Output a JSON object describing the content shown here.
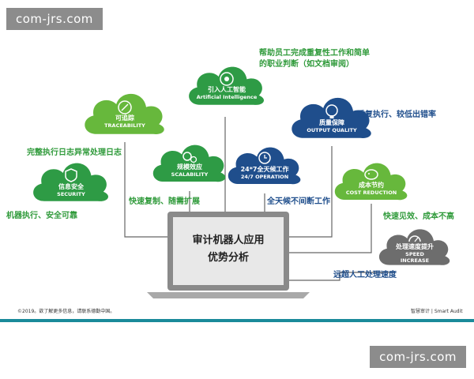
{
  "watermark": "com-jrs.com",
  "center_title": [
    "审计机器人应用",
    "优势分析"
  ],
  "clouds": [
    {
      "id": "ai",
      "cn": "引入人工智能",
      "en": "Artificial Intelligence",
      "color": "#2e9b45",
      "icon": "brain-icon"
    },
    {
      "id": "trace",
      "cn": "可追踪",
      "en": "TRACEABILITY",
      "color": "#67b83c",
      "icon": "link-icon"
    },
    {
      "id": "output",
      "cn": "质量保障",
      "en": "OUTPUT QUALITY",
      "color": "#1f4e8c",
      "icon": "lightbulb-icon"
    },
    {
      "id": "scale",
      "cn": "规模效应",
      "en": "SCALABILITY",
      "color": "#2e9b45",
      "icon": "gears-icon"
    },
    {
      "id": "always",
      "cn": "24*7全天候工作",
      "en": "24/7 OPERATION",
      "color": "#1f4e8c",
      "icon": "clock-icon"
    },
    {
      "id": "security",
      "cn": "信息安全",
      "en": "SECURITY",
      "color": "#2e9b45",
      "icon": "shield-icon"
    },
    {
      "id": "cost",
      "cn": "成本节约",
      "en": "COST REDUCTION",
      "color": "#67b83c",
      "icon": "piggy-bank-icon"
    },
    {
      "id": "speed",
      "cn": "处理速度提升",
      "en": "SPEED INCREASE",
      "color": "#6d6d6d",
      "icon": "speedometer-icon"
    }
  ],
  "descriptions": {
    "ai": [
      "帮助员工完成重复性工作和简单",
      "的职业判断（如文档审阅）"
    ],
    "trace": "完整执行日志异常处理日志",
    "output": "重复执行、较低出错率",
    "scale": "快速复制、随需扩展",
    "always": "全天候不间断工作",
    "security": "机器执行、安全可靠",
    "cost": "快速见效、成本不高",
    "speed": "远超人工处理速度"
  },
  "colors": {
    "green": "#2f9a3a",
    "blue": "#1f4e8c",
    "teal_bar": "#1a8a9a",
    "laptop_frame": "#8a8a8a"
  },
  "footer": {
    "left": "©2019。欲了解更多信息，请联系德勤中国。",
    "right": "智慧审计 | Smart Audit"
  }
}
